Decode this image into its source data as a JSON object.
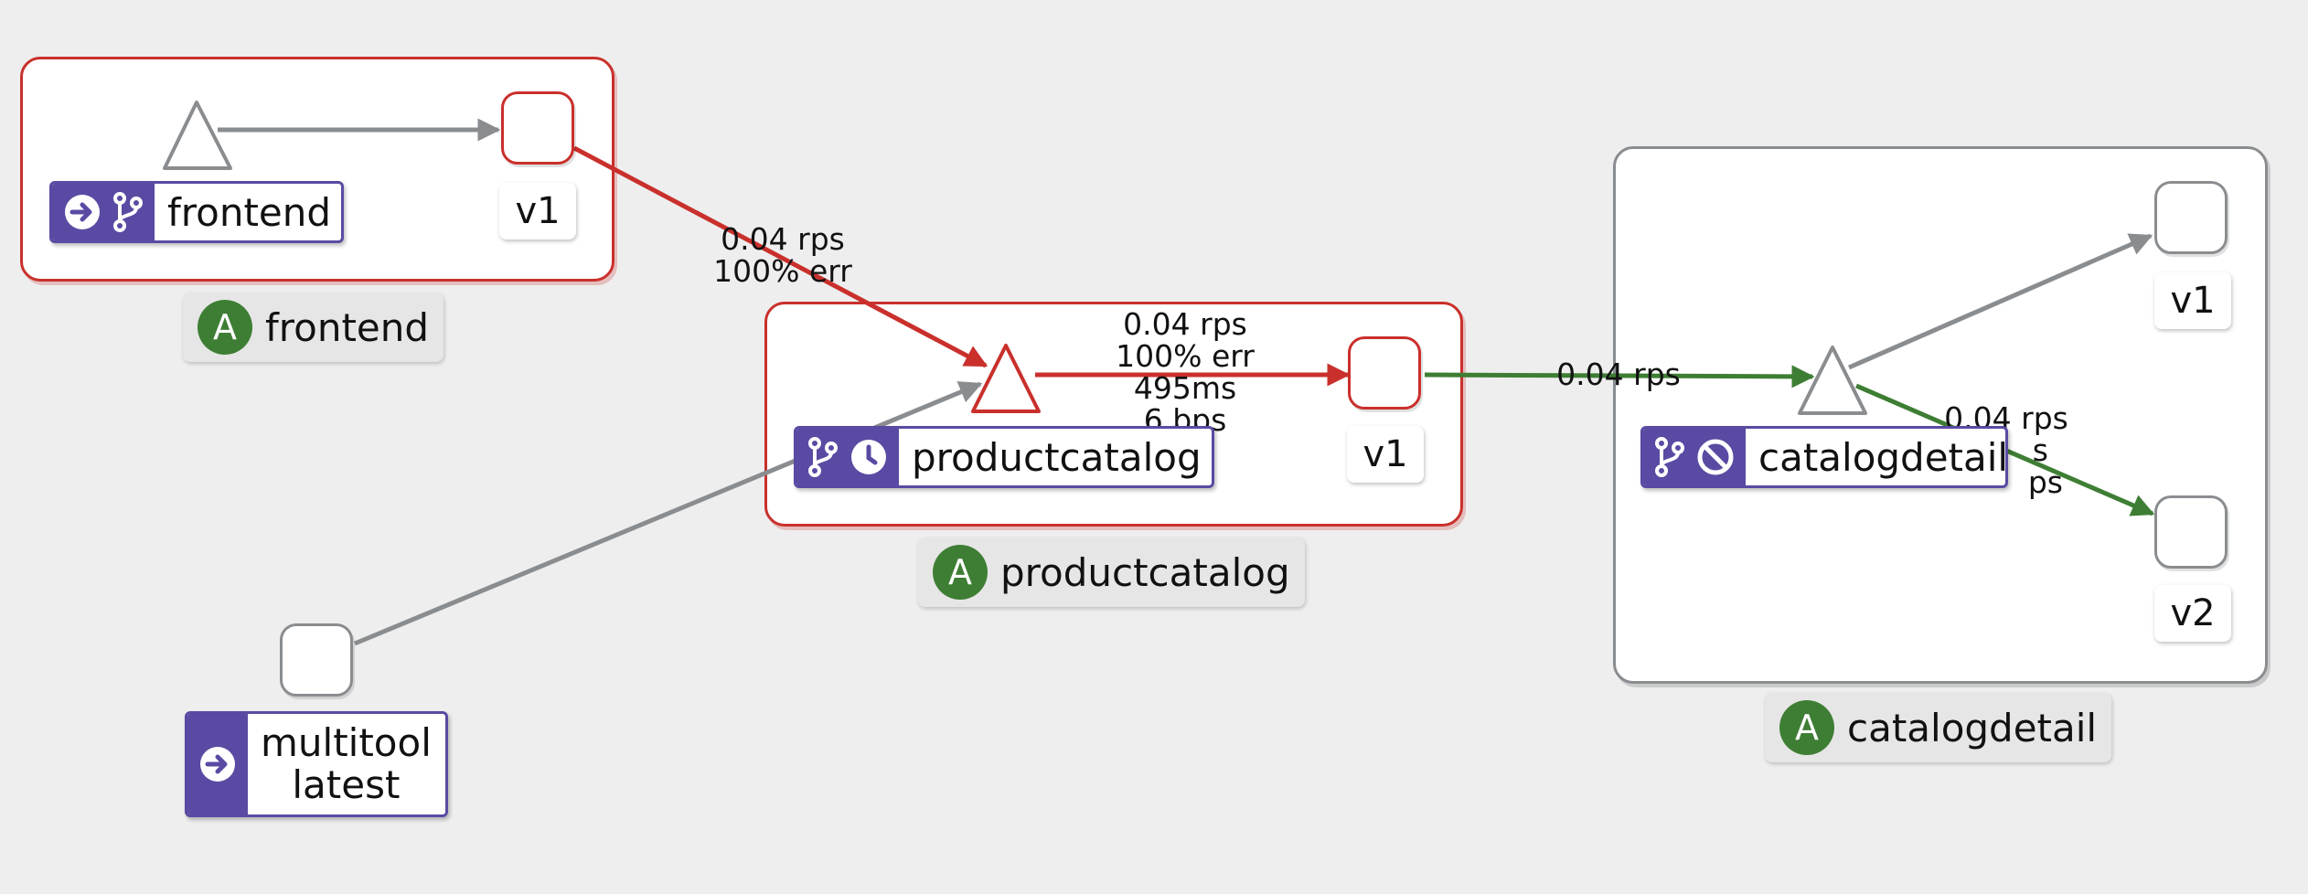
{
  "colors": {
    "error": "#c9302c",
    "healthy": "#3e7e34",
    "idle": "#8a8d90",
    "badge": "#5a4aa3",
    "app_badge": "#3e7e34"
  },
  "apps": {
    "frontend": {
      "letter": "A",
      "name": "frontend"
    },
    "productcatalog": {
      "letter": "A",
      "name": "productcatalog"
    },
    "catalogdetail": {
      "letter": "A",
      "name": "catalogdetail"
    }
  },
  "services": {
    "frontend": {
      "name": "frontend",
      "icons": [
        "arrow-right-circle-icon",
        "branch-icon"
      ]
    },
    "productcatalog": {
      "name": "productcatalog",
      "icons": [
        "branch-icon",
        "clock-icon"
      ]
    },
    "catalogdetail": {
      "name": "catalogdetail",
      "icons": [
        "branch-icon",
        "ban-icon"
      ]
    },
    "multitool": {
      "line1": "multitool",
      "line2": "latest",
      "icons": [
        "arrow-right-circle-icon"
      ]
    }
  },
  "versions": {
    "frontend_v1": "v1",
    "productcatalog_v1": "v1",
    "catalogdetail_v1": "v1",
    "catalogdetail_v2": "v2"
  },
  "edges": {
    "frontend_to_productcatalog": {
      "line1": "0.04 rps",
      "line2": "100% err"
    },
    "productcatalog_to_v1": {
      "line1": "0.04 rps",
      "line2": "100% err",
      "line3": "495ms",
      "line4": "6 bps"
    },
    "productcatalog_v1_to_catalogdetail": {
      "line1": "0.04 rps"
    },
    "catalogdetail_to_v2": {
      "line1": "0.04 rps",
      "line2": "s",
      "line3": "ps"
    }
  }
}
